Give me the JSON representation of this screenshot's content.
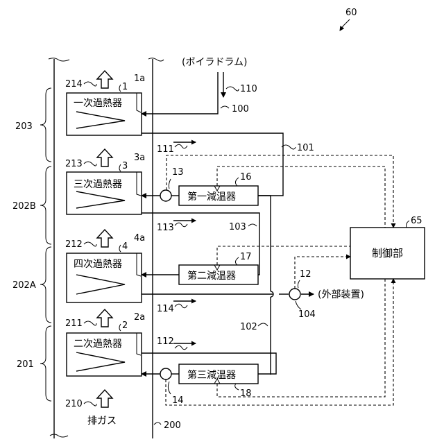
{
  "labels": {
    "fig_ref": "60",
    "drum": "(ボイラドラム)",
    "ext": "(外部装置)",
    "exhaust": "排ガス"
  },
  "heaters": [
    {
      "name": "一次過熱器",
      "id": "1",
      "tube": "1a",
      "flow": "214",
      "zone": "203",
      "stream": "111"
    },
    {
      "name": "三次過熱器",
      "id": "3",
      "tube": "3a",
      "flow": "213",
      "zone": "202B",
      "stream": "113"
    },
    {
      "name": "四次過熱器",
      "id": "4",
      "tube": "4a",
      "flow": "212",
      "zone": "202A",
      "stream": "114"
    },
    {
      "name": "二次過熱器",
      "id": "2",
      "tube": "2a",
      "flow": "211",
      "zone": "201",
      "stream": "112"
    }
  ],
  "attemperators": [
    {
      "name": "第一減温器",
      "id": "16"
    },
    {
      "name": "第二減温器",
      "id": "17"
    },
    {
      "name": "第三減温器",
      "id": "18"
    }
  ],
  "controller": {
    "name": "制御部",
    "id": "65"
  },
  "refs": {
    "r200": "200",
    "r210": "210",
    "r110": "110",
    "r100": "100",
    "r101": "101",
    "r102": "102",
    "r103": "103",
    "r104": "104",
    "r12": "12",
    "r13": "13",
    "r14": "14"
  }
}
